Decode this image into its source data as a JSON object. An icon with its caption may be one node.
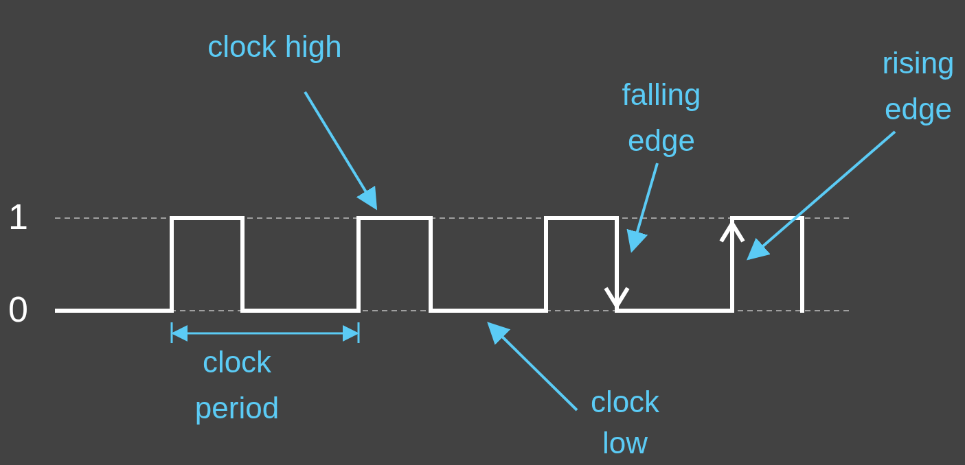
{
  "diagram": {
    "nodes": [
      {
        "text": [
          "clock high"
        ]
      },
      {
        "text": [
          "falling edge"
        ]
      },
      {
        "text": [
          "rising edge"
        ]
      },
      {
        "text": [
          "clock low"
        ]
      }
    ],
    "edges": [
      {
        "from": 0,
        "to": null,
        "arrow": "to"
      },
      {
        "from": 1,
        "to": null,
        "arrow": "to"
      },
      {
        "from": 2,
        "to": null,
        "arrow": "to"
      },
      {
        "from": 3,
        "to": null,
        "arrow": "to"
      }
    ],
    "labels": [
      "1",
      "0",
      "clock period"
    ]
  }
}
